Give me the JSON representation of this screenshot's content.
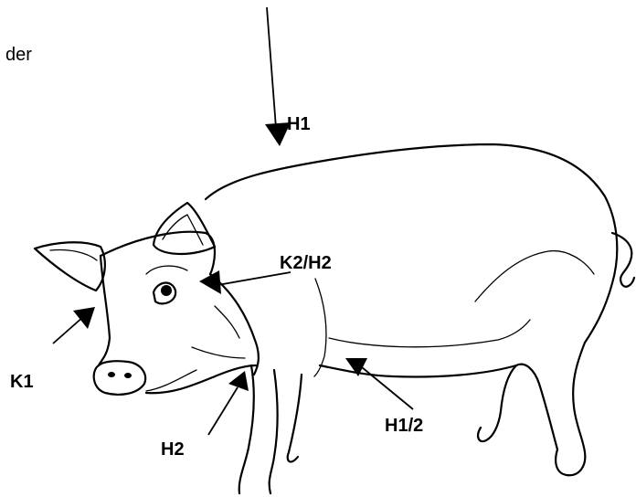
{
  "text_fragment": "der",
  "labels": {
    "h1_top": "H1",
    "k2h2": "K2/H2",
    "k1": "K1",
    "h2": "H2",
    "h1_2": "H1/2"
  }
}
